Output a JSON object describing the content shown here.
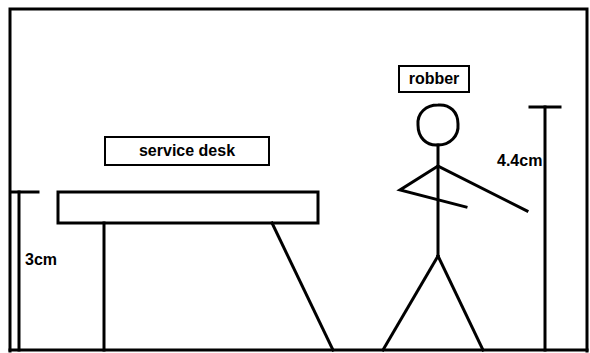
{
  "diagram": {
    "nodes": [
      {
        "text": [
          "service desk"
        ]
      },
      {
        "text": [
          "robber"
        ]
      }
    ],
    "labels": [
      "3cm",
      "4.4cm"
    ]
  }
}
